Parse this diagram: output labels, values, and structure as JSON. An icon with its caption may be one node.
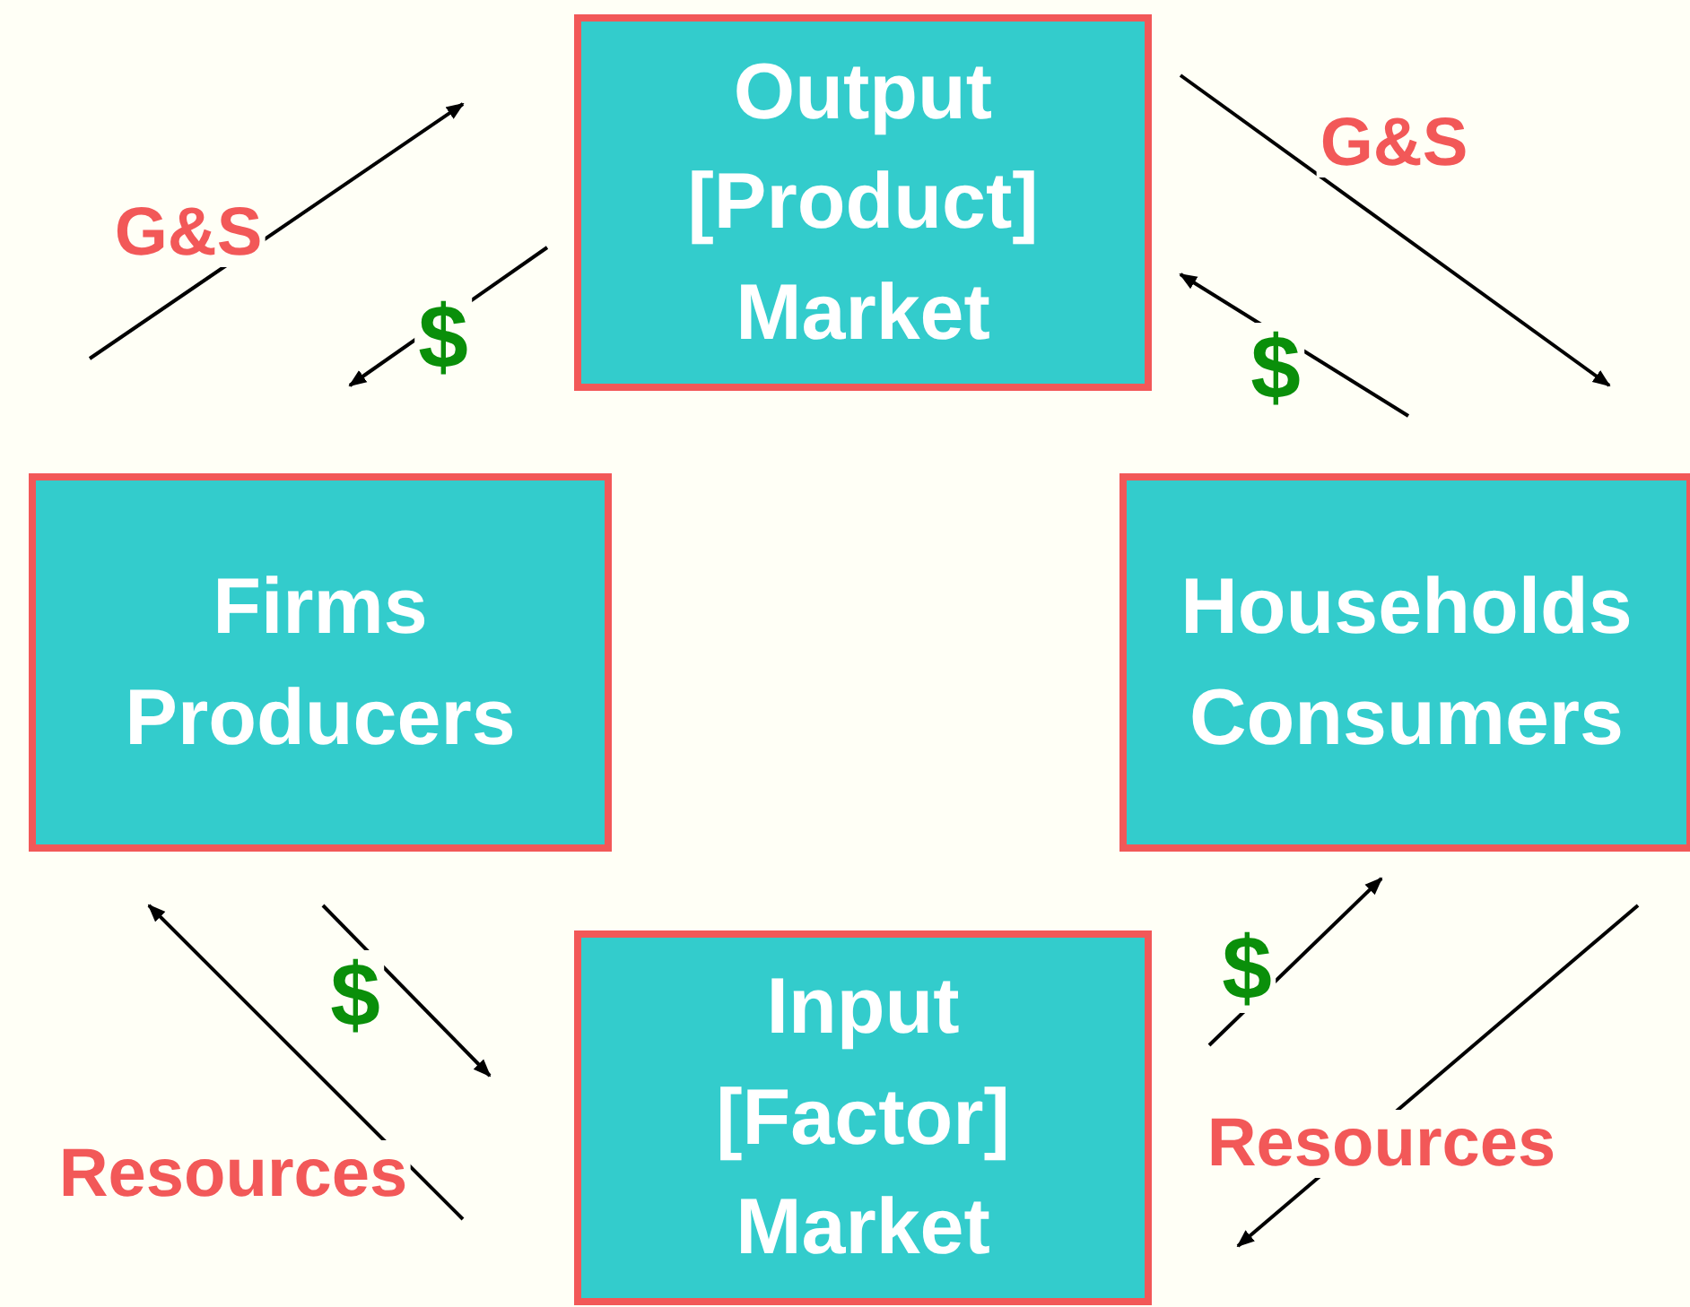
{
  "diagram": {
    "nodes": [
      {
        "text": [
          "Output [Product] Market"
        ]
      },
      {
        "text": [
          "Firms Producers"
        ]
      },
      {
        "text": [
          "Households Consumers"
        ]
      },
      {
        "text": [
          "Input [Factor] Market"
        ]
      }
    ],
    "edges": [
      {
        "from": 1,
        "to": 0,
        "arrow": "to",
        "label": "G&S"
      },
      {
        "from": 0,
        "to": 1,
        "arrow": "to",
        "label": "$"
      },
      {
        "from": 0,
        "to": 2,
        "arrow": "to",
        "label": "G&S"
      },
      {
        "from": 2,
        "to": 0,
        "arrow": "to",
        "label": "$"
      },
      {
        "from": 1,
        "to": 3,
        "arrow": "to",
        "label": "$"
      },
      {
        "from": 3,
        "to": 1,
        "arrow": "to",
        "label": "Resources"
      },
      {
        "from": 3,
        "to": 2,
        "arrow": "to",
        "label": "$"
      },
      {
        "from": 2,
        "to": 3,
        "arrow": "to",
        "label": "Resources"
      }
    ]
  }
}
